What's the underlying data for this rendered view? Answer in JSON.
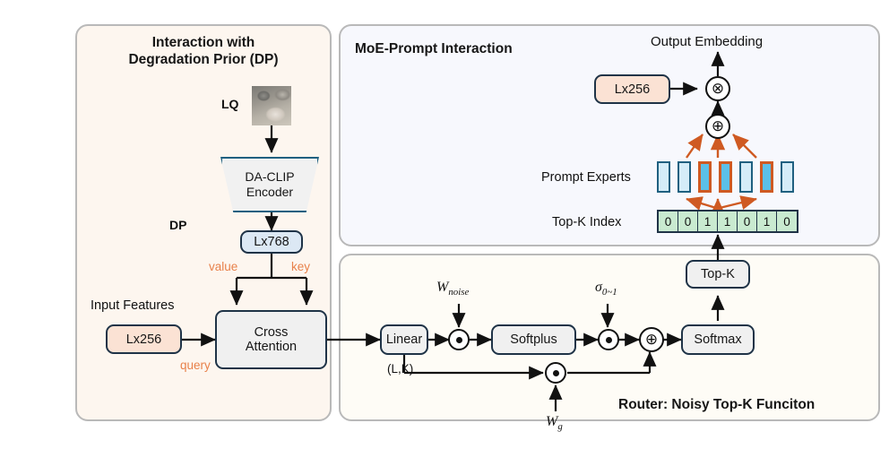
{
  "panels": {
    "dp": {
      "title_line1": "Interaction with",
      "title_line2": "Degradation Prior (DP)"
    },
    "moe": {
      "title": "MoE-Prompt Interaction"
    },
    "router": {
      "title": "Router: Noisy Top-K Funciton"
    }
  },
  "dp_panel": {
    "lq_label": "LQ",
    "lq_image_alt": "low-quality-wolf-photo",
    "encoder_line1": "DA-CLIP",
    "encoder_line2": "Encoder",
    "dp_label": "DP",
    "embed_box": "Lx768",
    "value_label": "value",
    "key_label": "key",
    "query_label": "query",
    "input_features_label": "Input Features",
    "input_box": "Lx256",
    "cross_attention_line1": "Cross",
    "cross_attention_line2": "Attention"
  },
  "moe_panel": {
    "output_embedding_label": "Output Embedding",
    "output_box": "Lx256",
    "multiply_symbol": "⊗",
    "sum_symbol": "⊕",
    "prompt_experts_label": "Prompt Experts",
    "experts": [
      {
        "index": 1,
        "active": false
      },
      {
        "index": 2,
        "active": false
      },
      {
        "index": 3,
        "active": true
      },
      {
        "index": 4,
        "active": true
      },
      {
        "index": 5,
        "active": false
      },
      {
        "index": 6,
        "active": true
      },
      {
        "index": 7,
        "active": false
      }
    ],
    "topk_index_label": "Top-K Index",
    "topk_index_values": [
      "0",
      "0",
      "1",
      "1",
      "0",
      "1",
      "0"
    ]
  },
  "router_panel": {
    "linear_box": "Linear",
    "softplus_box": "Softplus",
    "softmax_box": "Softmax",
    "topk_box": "Top-K",
    "shape_label": "(L,K)",
    "w_noise_base": "W",
    "w_noise_sub": "noise",
    "sigma_base": "σ",
    "sigma_sub": "0~1",
    "w_g_base": "W",
    "w_g_sub": "g",
    "hadamard_symbol": "⊙",
    "sum_symbol": "⊕"
  },
  "colors": {
    "panel_border": "#b9b9b9",
    "dp_bg": "#fdf6ef",
    "moe_bg": "#f7f8fd",
    "router_bg": "#fefcf6",
    "box_border": "#1f3347",
    "blue_fill": "#dce8f4",
    "peach_fill": "#fbe2d4",
    "gray_fill": "#f0f0f0",
    "accent_orange": "#e8814a",
    "expert_active_fill": "#5bc0e8",
    "expert_active_border": "#cf5a22",
    "expert_idle_fill": "#d5ecf8",
    "expert_idle_border": "#1f6080",
    "topk_fill": "#c9ead0",
    "arrow_black": "#111111",
    "arrow_orange": "#cf5a22"
  }
}
